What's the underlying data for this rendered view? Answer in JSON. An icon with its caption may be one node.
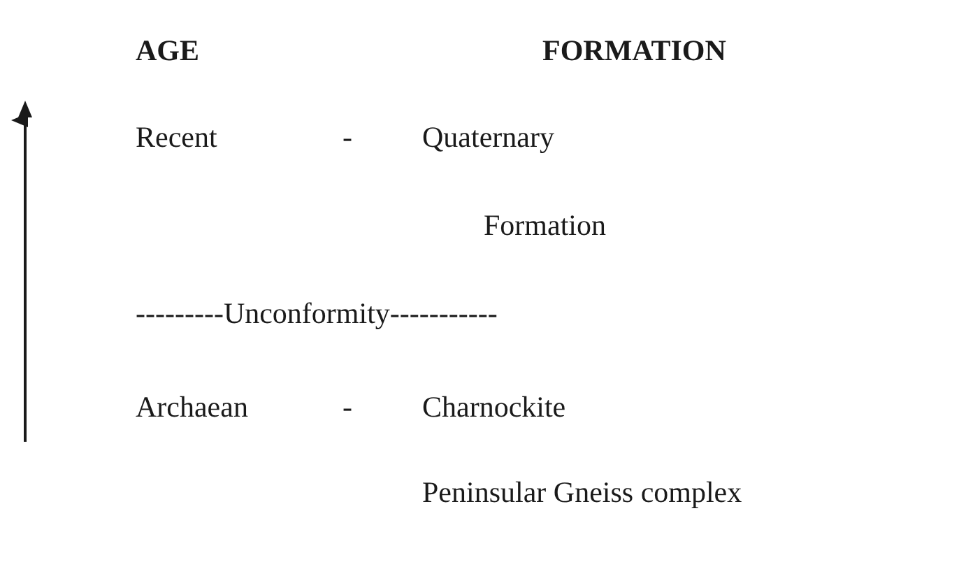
{
  "diagram": {
    "labels": [
      "AGE",
      "FORMATION",
      "Recent",
      "-",
      "Quaternary",
      "Formation",
      "---------Unconformity-----------",
      "Archaean",
      "-",
      "Charnockite",
      "Peninsular Gneiss complex"
    ]
  }
}
